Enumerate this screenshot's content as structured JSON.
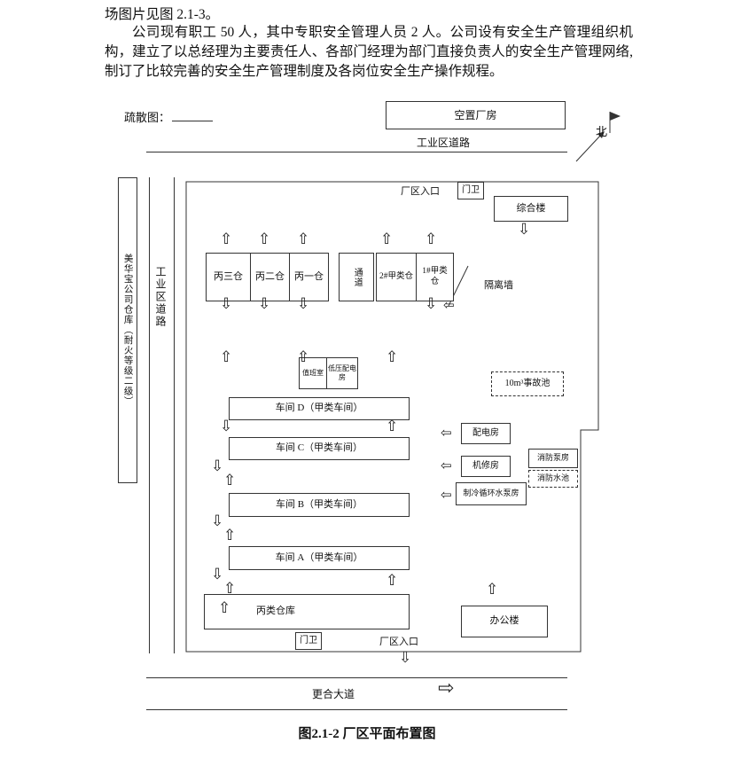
{
  "doc": {
    "line1": "场图片见图 2.1-3。",
    "paragraph": "公司现有职工 50 人，其中专职安全管理人员 2 人。公司设有安全生产管理组织机构，建立了以总经理为主要责任人、各部门经理为部门直接负责人的安全生产管理网络,制订了比较完善的安全生产管理制度及各岗位安全生产操作规程。",
    "caption": "图2.1-2 厂区平面布置图"
  },
  "diagram": {
    "evac_label": "疏散图：",
    "empty_plant": "空置厂房",
    "road_top": "工业区道路",
    "north": "北",
    "left_warehouse": "美华宝公司仓库（耐火等级二级）",
    "road_left": "工业区道路",
    "entrance_top": "厂区入口",
    "gate_top": "门卫",
    "complex_building": "综合楼",
    "warehouse_c3": "丙三仓",
    "warehouse_c2": "丙二仓",
    "warehouse_c1": "丙一仓",
    "passage": "通道",
    "warehouse_a2": "2#甲类仓",
    "warehouse_a1": "1#甲类仓",
    "isolation_wall": "隔离墙",
    "duty_room": "值班室",
    "lv_power_room": "低压配电房",
    "workshop_d": "车间 D（甲类车间）",
    "accident_pool": "10m³事故池",
    "workshop_c": "车间 C（甲类车间）",
    "power_room": "配电房",
    "repair_room": "机修房",
    "cooling_pump_room": "制冷循环水泵房",
    "fire_pump_room": "消防泵房",
    "fire_pool": "消防水池",
    "workshop_b": "车间 B（甲类车间）",
    "workshop_a": "车间 A（甲类车间）",
    "warehouse_c_class": "丙类仓库",
    "office_building": "办公楼",
    "gate_bottom": "门卫",
    "entrance_bottom": "厂区入口",
    "road_bottom": "更合大道"
  },
  "icons": {
    "arrow_up": "⇧",
    "arrow_down": "⇩",
    "arrow_left": "⇦",
    "arrow_right": "⇨"
  }
}
